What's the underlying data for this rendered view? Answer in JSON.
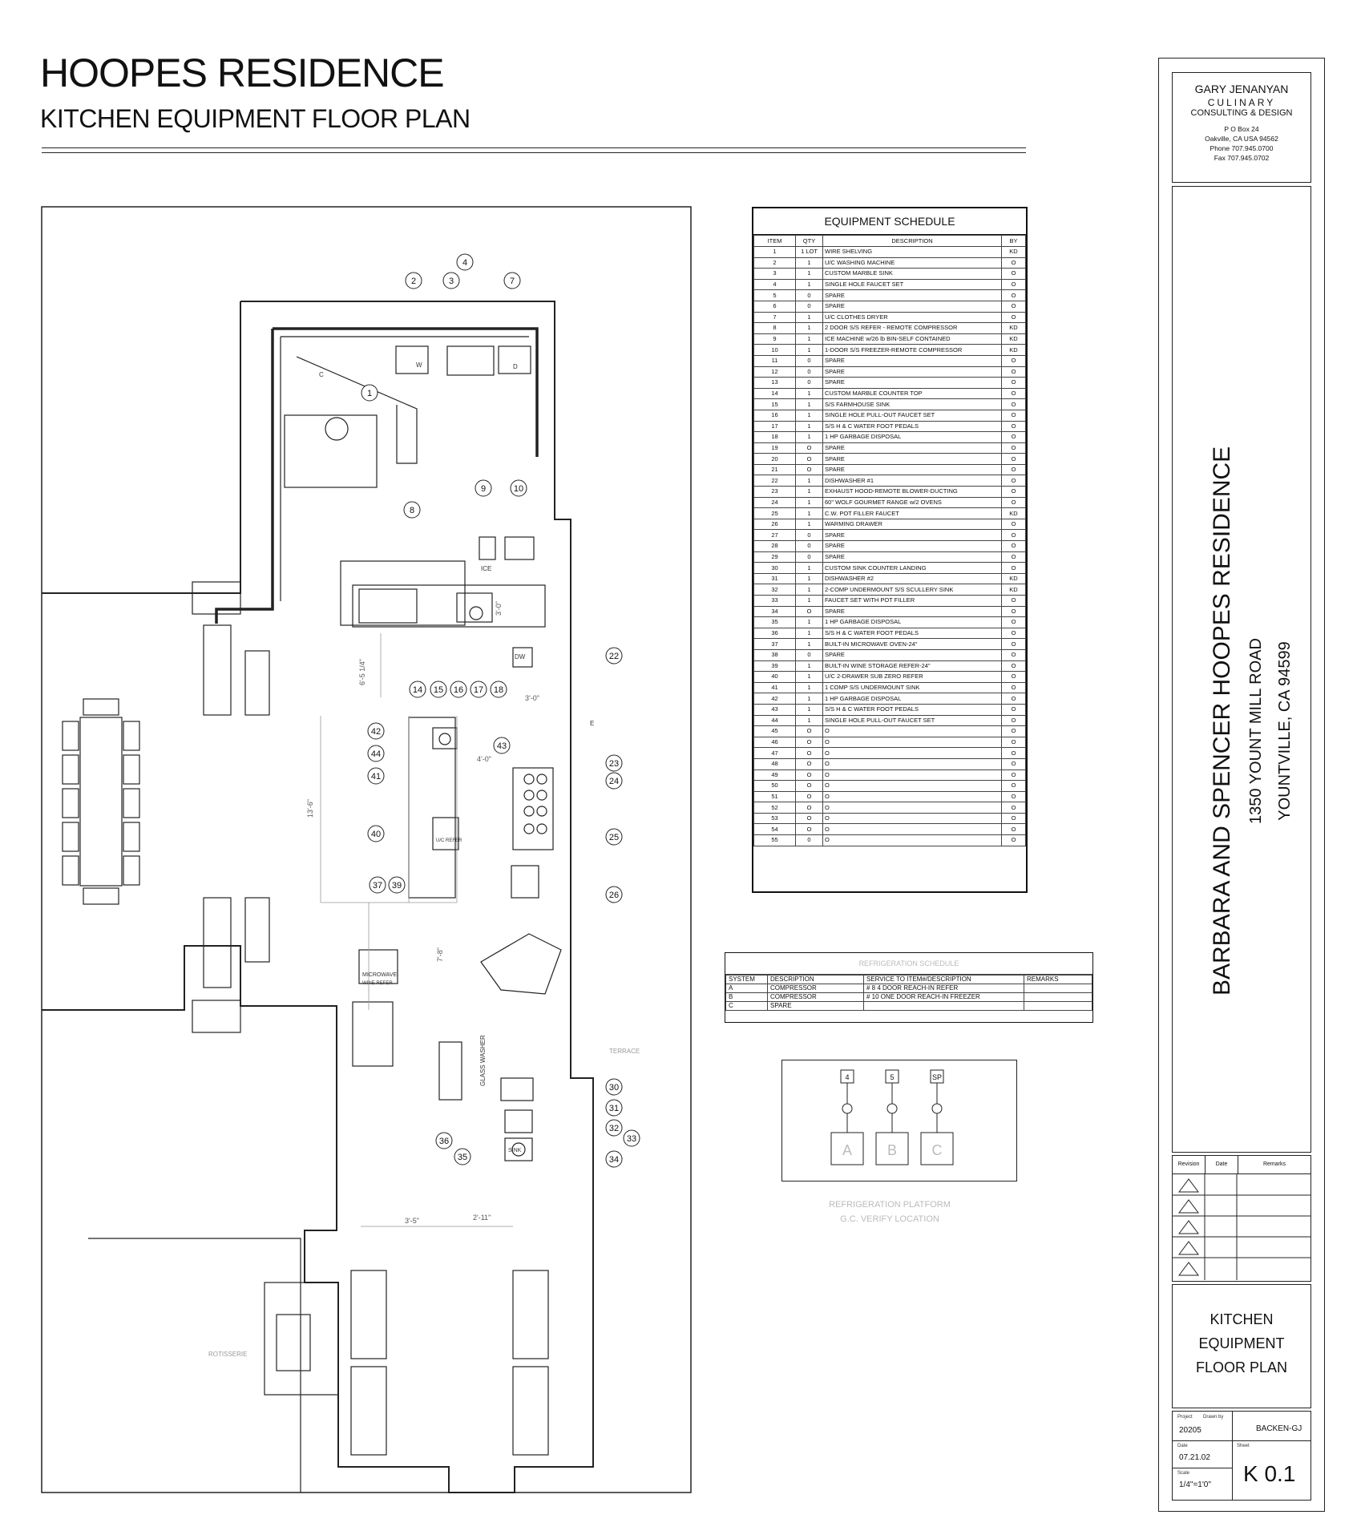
{
  "header": {
    "title": "HOOPES RESIDENCE",
    "subtitle": "KITCHEN EQUIPMENT FLOOR PLAN"
  },
  "floor_plan": {
    "item_tags": [
      "1",
      "2",
      "3",
      "4",
      "7",
      "8",
      "9",
      "10",
      "14",
      "15",
      "16",
      "17",
      "18",
      "22",
      "23",
      "24",
      "25",
      "26",
      "30",
      "31",
      "32",
      "33",
      "34",
      "35",
      "36",
      "37",
      "39",
      "40",
      "41",
      "42",
      "43",
      "44"
    ],
    "labels": {
      "w": "W",
      "d": "D",
      "c": "C",
      "e": "E",
      "ice": "ICE",
      "dw": "DW",
      "uc_refer": "U/C REFER",
      "microwave": "MICROWAVE",
      "wine_refer": "WINE REFER",
      "glass_washer": "GLASS WASHER",
      "sink": "SINK",
      "terrace": "TERRACE",
      "rotisserie": "ROTISSERIE"
    },
    "dimensions": {
      "d1": "6'-5 1/4\"",
      "d2": "3'-0\"",
      "d3": "3'-0\"",
      "d4": "4'-0\"",
      "d5": "13'-6\"",
      "d6": "7'-8\"",
      "d7": "3'-5\"",
      "d8": "2'-11\""
    }
  },
  "equipment_schedule": {
    "title": "EQUIPMENT SCHEDULE",
    "columns": [
      "ITEM",
      "QTY",
      "DESCRIPTION",
      "BY"
    ],
    "rows": [
      [
        "1",
        "1 LOT",
        "WIRE SHELVING",
        "KD"
      ],
      [
        "2",
        "1",
        "U/C WASHING MACHINE",
        "O"
      ],
      [
        "3",
        "1",
        "CUSTOM MARBLE SINK",
        "O"
      ],
      [
        "4",
        "1",
        "SINGLE HOLE FAUCET SET",
        "O"
      ],
      [
        "5",
        "0",
        "SPARE",
        "O"
      ],
      [
        "6",
        "0",
        "SPARE",
        "O"
      ],
      [
        "7",
        "1",
        "U/C CLOTHES DRYER",
        "O"
      ],
      [
        "8",
        "1",
        "2 DOOR S/S REFER - REMOTE COMPRESSOR",
        "KD"
      ],
      [
        "9",
        "1",
        "ICE MACHINE w/26 lb BIN-SELF CONTAINED",
        "KD"
      ],
      [
        "10",
        "1",
        "1-DOOR S/S FREEZER-REMOTE COMPRESSOR",
        "KD"
      ],
      [
        "11",
        "0",
        "SPARE",
        "O"
      ],
      [
        "12",
        "0",
        "SPARE",
        "O"
      ],
      [
        "13",
        "0",
        "SPARE",
        "O"
      ],
      [
        "14",
        "1",
        "CUSTOM MARBLE COUNTER TOP",
        "O"
      ],
      [
        "15",
        "1",
        "S/S FARMHOUSE SINK",
        "O"
      ],
      [
        "16",
        "1",
        "SINGLE HOLE PULL-OUT FAUCET SET",
        "O"
      ],
      [
        "17",
        "1",
        "S/S H & C WATER FOOT PEDALS",
        "O"
      ],
      [
        "18",
        "1",
        "1 HP GARBAGE DISPOSAL",
        "O"
      ],
      [
        "19",
        "O",
        "SPARE",
        "O"
      ],
      [
        "20",
        "O",
        "SPARE",
        "O"
      ],
      [
        "21",
        "O",
        "SPARE",
        "O"
      ],
      [
        "22",
        "1",
        "DISHWASHER #1",
        "O"
      ],
      [
        "23",
        "1",
        "EXHAUST HOOD-REMOTE BLOWER-DUCTING",
        "O"
      ],
      [
        "24",
        "1",
        "60\" WOLF GOURMET RANGE w/2 OVENS",
        "O"
      ],
      [
        "25",
        "1",
        "C.W. POT FILLER FAUCET",
        "KD"
      ],
      [
        "26",
        "1",
        "WARMING DRAWER",
        "O"
      ],
      [
        "27",
        "0",
        "SPARE",
        "O"
      ],
      [
        "28",
        "0",
        "SPARE",
        "O"
      ],
      [
        "29",
        "0",
        "SPARE",
        "O"
      ],
      [
        "30",
        "1",
        "CUSTOM SINK COUNTER LANDING",
        "O"
      ],
      [
        "31",
        "1",
        "DISHWASHER #2",
        "KD"
      ],
      [
        "32",
        "1",
        "2-COMP UNDERMOUNT S/S SCULLERY SINK",
        "KD"
      ],
      [
        "33",
        "1",
        "FAUCET SET WITH POT FILLER",
        "O"
      ],
      [
        "34",
        "O",
        "SPARE",
        "O"
      ],
      [
        "35",
        "1",
        "1 HP GARBAGE DISPOSAL",
        "O"
      ],
      [
        "36",
        "1",
        "S/S H & C WATER FOOT PEDALS",
        "O"
      ],
      [
        "37",
        "1",
        "BUILT-IN MICROWAVE OVEN-24\"",
        "O"
      ],
      [
        "38",
        "0",
        "SPARE",
        "O"
      ],
      [
        "39",
        "1",
        "BUILT-IN WINE STORAGE REFER-24\"",
        "O"
      ],
      [
        "40",
        "1",
        "U/C 2-DRAWER SUB ZERO REFER",
        "O"
      ],
      [
        "41",
        "1",
        "1 COMP S/S UNDERMOUNT SINK",
        "O"
      ],
      [
        "42",
        "1",
        "1 HP GARBAGE DISPOSAL",
        "O"
      ],
      [
        "43",
        "1",
        "S/S H & C WATER FOOT PEDALS",
        "O"
      ],
      [
        "44",
        "1",
        "SINGLE HOLE PULL-OUT FAUCET SET",
        "O"
      ],
      [
        "45",
        "O",
        "O",
        "O"
      ],
      [
        "46",
        "O",
        "O",
        "O"
      ],
      [
        "47",
        "O",
        "O",
        "O"
      ],
      [
        "48",
        "O",
        "O",
        "O"
      ],
      [
        "49",
        "O",
        "O",
        "O"
      ],
      [
        "50",
        "O",
        "O",
        "O"
      ],
      [
        "51",
        "O",
        "O",
        "O"
      ],
      [
        "52",
        "O",
        "O",
        "O"
      ],
      [
        "53",
        "O",
        "O",
        "O"
      ],
      [
        "54",
        "O",
        "O",
        "O"
      ],
      [
        "55",
        "0",
        "O",
        "O"
      ]
    ]
  },
  "refrigeration_schedule": {
    "title": "REFRIGERATION SCHEDULE",
    "columns": [
      "SYSTEM",
      "DESCRIPTION",
      "SERVICE TO ITEM#/DESCRIPTION",
      "REMARKS"
    ],
    "rows": [
      [
        "A",
        "COMPRESSOR",
        "# 8    4 DOOR REACH-IN REFER",
        ""
      ],
      [
        "B",
        "COMPRESSOR",
        "# 10  ONE DOOR REACH-IN FREEZER",
        ""
      ],
      [
        "C",
        "SPARE",
        "",
        ""
      ]
    ]
  },
  "refrigeration_platform": {
    "tags": [
      "4",
      "5",
      "SP"
    ],
    "units": [
      "A",
      "B",
      "C"
    ],
    "caption_line1": "REFRIGERATION PLATFORM",
    "caption_line2": "G.C. VERIFY LOCATION"
  },
  "title_block": {
    "firm_name": "GARY JENANYAN",
    "firm_line": "CULINARY",
    "firm_sub": "CONSULTING & DESIGN",
    "address1": "P O Box 24",
    "address2": "Oakville, CA  USA 94562",
    "phone": "Phone 707.945.0700",
    "fax": "Fax 707.945.0702",
    "project_name": "BARBARA AND SPENCER HOOPES RESIDENCE",
    "project_address": "1350 YOUNT MILL ROAD",
    "project_city": "YOUNTVILLE, CA 94599",
    "revision_header": [
      "Revision",
      "Date",
      "Remarks"
    ],
    "sheet_title_1": "KITCHEN",
    "sheet_title_2": "EQUIPMENT",
    "sheet_title_3": "FLOOR PLAN",
    "project_label": "Project",
    "drawn_by_label": "Drawn by",
    "project_number": "20205",
    "drawn_by": "BACKEN-GJ",
    "date_label": "Date",
    "date": "07.21.02",
    "sheet_label": "Sheet",
    "scale_label": "Scale",
    "scale": "1/4\"=1'0\"",
    "sheet_number": "K 0.1"
  }
}
